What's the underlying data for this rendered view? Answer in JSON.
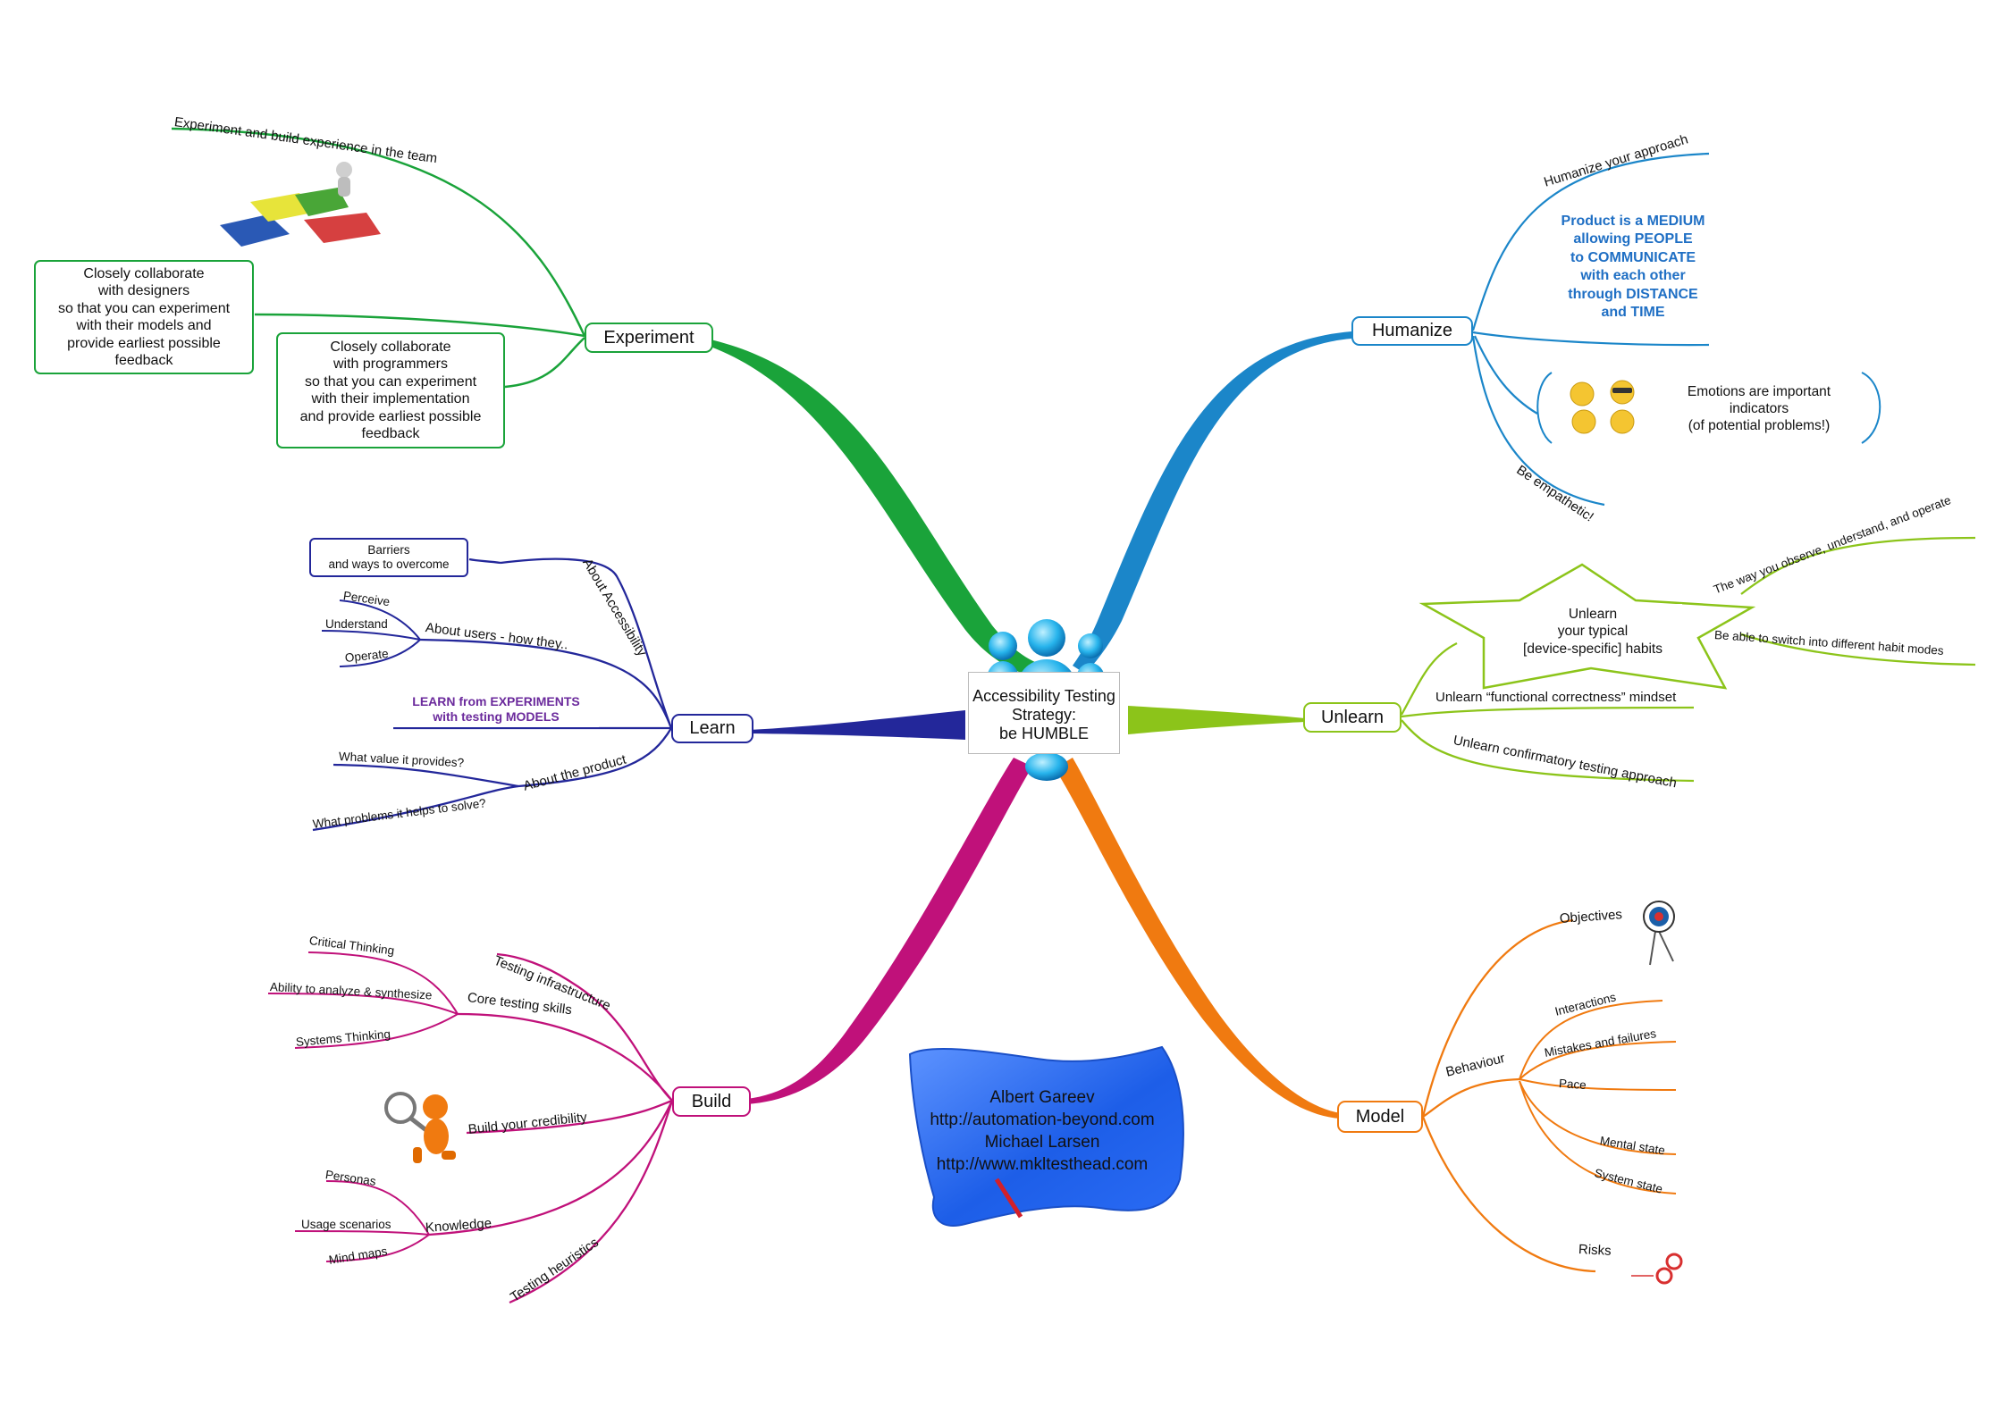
{
  "center": {
    "title_line1": "Accessibility Testing",
    "title_line2": "Strategy:",
    "title_line3": "be HUMBLE"
  },
  "branches": {
    "experiment": {
      "label": "Experiment",
      "color": "#1aa33a",
      "items": {
        "build_experience": "Experiment and build experience in the team",
        "collab_designers": "Closely collaborate\nwith designers\nso that you can experiment\nwith their models and\nprovide earliest possible\nfeedback",
        "collab_programmers": "Closely collaborate\nwith programmers\nso that you can experiment\nwith their implementation\nand provide earliest possible\nfeedback"
      }
    },
    "humanize": {
      "label": "Humanize",
      "color": "#1b86c9",
      "items": {
        "approach": "Humanize your approach",
        "medium": "Product is a MEDIUM\nallowing PEOPLE\nto COMMUNICATE\nwith each other\nthrough DISTANCE\nand TIME",
        "emotions": "Emotions are important\nindicators\n(of potential problems!)",
        "empathetic": "Be empathetic!"
      }
    },
    "learn": {
      "label": "Learn",
      "color": "#23279a",
      "items": {
        "about_accessibility": "About Accessibility",
        "barriers": "Barriers\nand ways to overcome",
        "about_users": "About users - how they..",
        "perceive": "Perceive",
        "understand": "Understand",
        "operate": "Operate",
        "learn_models": "LEARN from EXPERIMENTS\nwith testing MODELS",
        "about_product": "About the product",
        "value": "What value it provides?",
        "problems": "What problems it helps to solve?"
      }
    },
    "unlearn": {
      "label": "Unlearn",
      "color": "#8cc41a",
      "items": {
        "habits": "Unlearn\nyour typical\n[device-specific] habits",
        "observe": "The way you observe, understand, and operate",
        "switch": "Be able to switch into different habit modes",
        "functional": "Unlearn “functional correctness” mindset",
        "confirmatory": "Unlearn confirmatory testing approach"
      }
    },
    "build": {
      "label": "Build",
      "color": "#c0117a",
      "items": {
        "infrastructure": "Testing infrastructure",
        "core_skills": "Core testing skills",
        "critical": "Critical Thinking",
        "analyze": "Ability to analyze & synthesize",
        "systems": "Systems Thinking",
        "credibility": "Build your credibility",
        "knowledge": "Knowledge",
        "personas": "Personas",
        "usage": "Usage scenarios",
        "mindmaps": "Mind maps",
        "heuristics": "Testing heuristics"
      }
    },
    "model": {
      "label": "Model",
      "color": "#f07a10",
      "items": {
        "objectives": "Objectives",
        "behaviour": "Behaviour",
        "interactions": "Interactions",
        "mistakes": "Mistakes and failures",
        "pace": "Pace",
        "mental": "Mental state",
        "system": "System state",
        "risks": "Risks"
      }
    }
  },
  "credits": {
    "line1": "Albert Gareev",
    "line2": "http://automation-beyond.com",
    "line3": "Michael Larsen",
    "line4": "http://www.mkltesthead.com"
  },
  "icons": [
    "people-icon",
    "puzzle-icon",
    "smiley-icon",
    "target-icon",
    "magnifier-figure-icon",
    "scroll-icon"
  ],
  "colors": {
    "medium_text": "#1f6fc4",
    "learn_text": "#6b2a9c",
    "scroll_blue": "#2f6fe8"
  }
}
